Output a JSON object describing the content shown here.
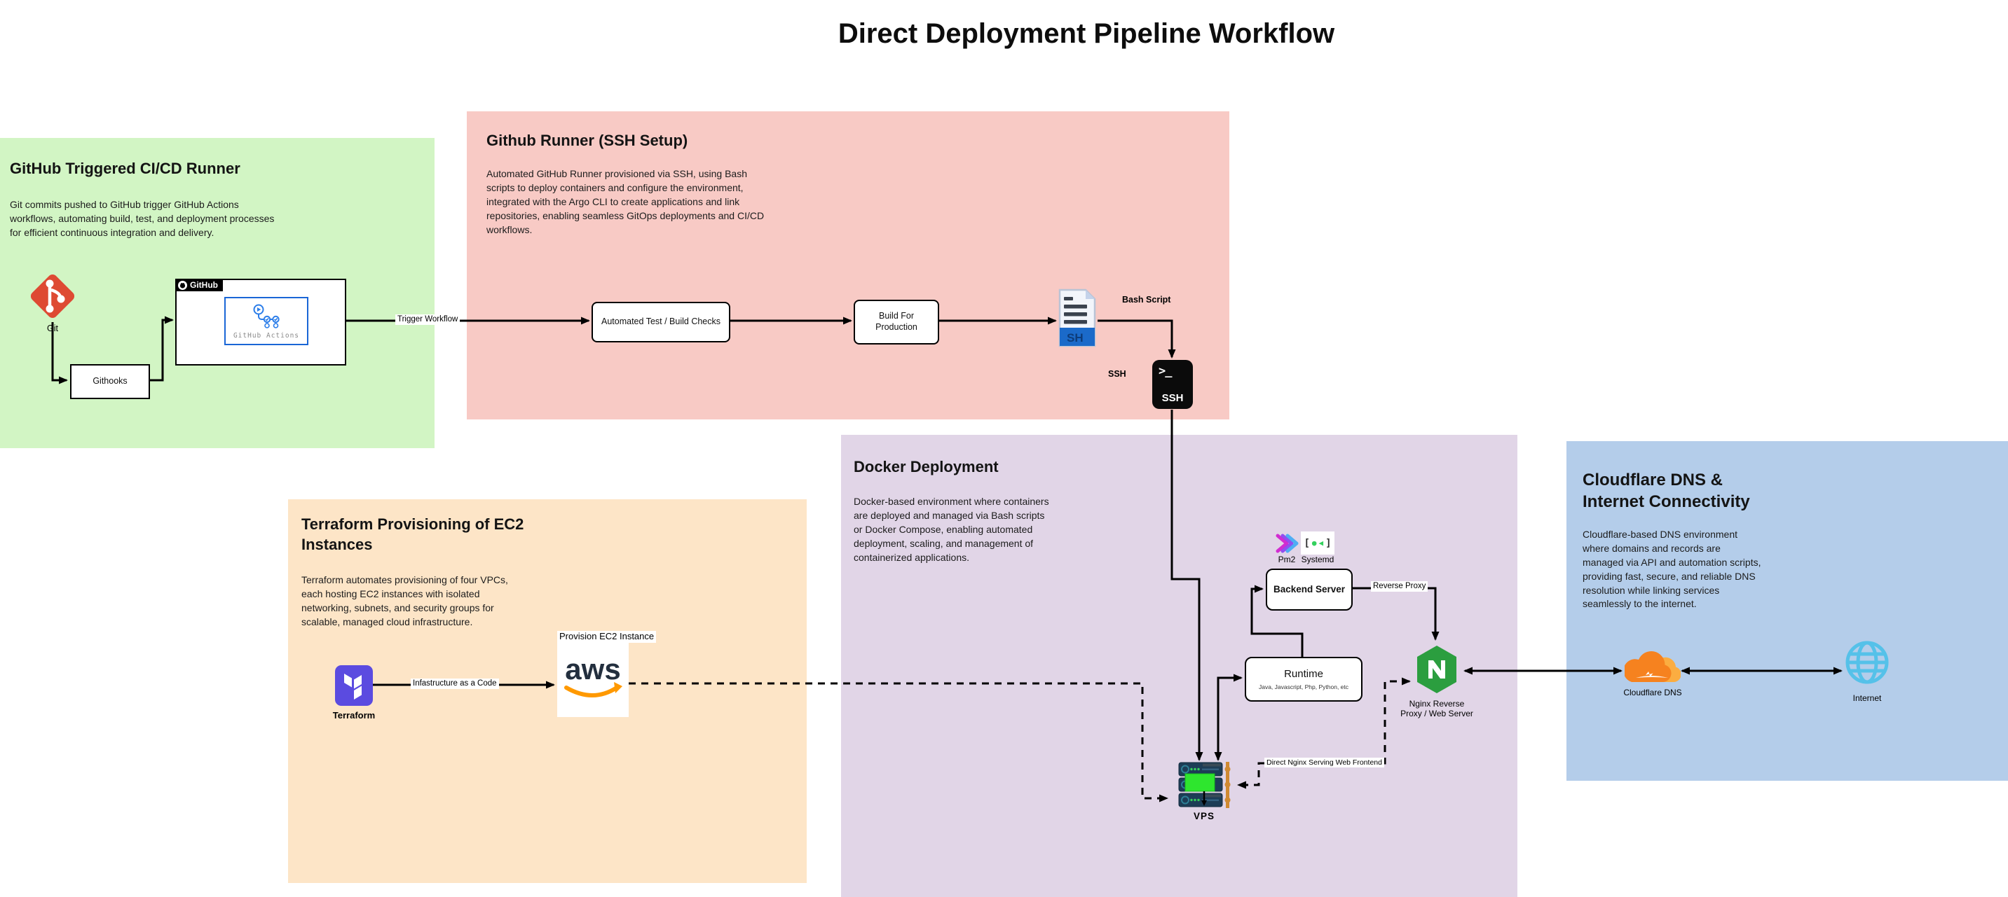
{
  "title": "Direct Deployment Pipeline Workflow",
  "sections": {
    "cicd": {
      "title": "GitHub Triggered CI/CD Runner",
      "description": "Git commits pushed to GitHub trigger GitHub Actions workflows, automating build, test, and deployment processes for efficient continuous integration and delivery."
    },
    "runner": {
      "title": "Github Runner (SSH Setup)",
      "description": "Automated GitHub Runner provisioned via SSH, using Bash scripts to deploy containers and configure the environment, integrated with the Argo CLI to create applications and link repositories, enabling seamless GitOps deployments and CI/CD workflows."
    },
    "terraform": {
      "title": "Terraform Provisioning of EC2 Instances",
      "description": "Terraform automates provisioning of four VPCs, each hosting EC2 instances with isolated networking, subnets, and security groups for scalable, managed cloud infrastructure."
    },
    "docker": {
      "title": "Docker Deployment",
      "description": "Docker-based environment where containers are deployed and managed via Bash scripts or Docker Compose, enabling automated deployment, scaling, and management of containerized applications."
    },
    "cloudflare": {
      "title": "Cloudflare DNS & Internet Connectivity",
      "description": "Cloudflare-based DNS environment where domains and records are managed via API and automation scripts, providing fast, secure, and reliable DNS resolution while linking services seamlessly to the internet."
    }
  },
  "nodes": {
    "git": "Git",
    "githooks": "Githooks",
    "github": "GitHub",
    "github_actions": "GitHub Actions",
    "automated_test": "Automated Test / Build Checks",
    "build_production": "Build For Production",
    "sh_badge": "SH",
    "bash_script": "Bash Script",
    "ssh_label": "SSH",
    "ssh_prompt": ">_",
    "ssh_text": "SSH",
    "pm2": "Pm2",
    "systemd": "Systemd",
    "systemd_glyph": {
      "open": "[",
      "dot": "●",
      "tri": "◀",
      "close": "]"
    },
    "backend_server": "Backend Server",
    "runtime": "Runtime",
    "runtime_sub": "Java, Javascript, Php, Python, etc",
    "nginx": "Nginx Reverse Proxy / Web Server",
    "vps": "VPS",
    "terraform": "Terraform",
    "aws": "aws",
    "cloudflare_dns": "Cloudflare DNS",
    "internet": "Internet"
  },
  "edges": {
    "trigger_workflow": "Trigger Workflow",
    "reverse_proxy": "Reverse Proxy",
    "direct_nginx": "Direct Nginx Serving Web Frontend",
    "infrastructure_as_code": "Infastructure as a Code",
    "provision_ec2": "Provision EC2 Instance"
  },
  "colors": {
    "section_green": "#d2f5c4",
    "section_red": "#f8cac5",
    "section_purple": "#e1d5e7",
    "section_orange": "#fde5c7",
    "section_blue": "#b4cdea",
    "git_orange": "#de4a33",
    "terraform_purple": "#5b4be0",
    "nginx_green": "#2b9e3f",
    "aws_dark": "#232f3e",
    "aws_orange": "#ff9900",
    "cloudflare_orange": "#f6821f",
    "cloudflare_light": "#fbad41",
    "internet_blue": "#55c1e9",
    "sh_blue": "#1b6ac9"
  }
}
